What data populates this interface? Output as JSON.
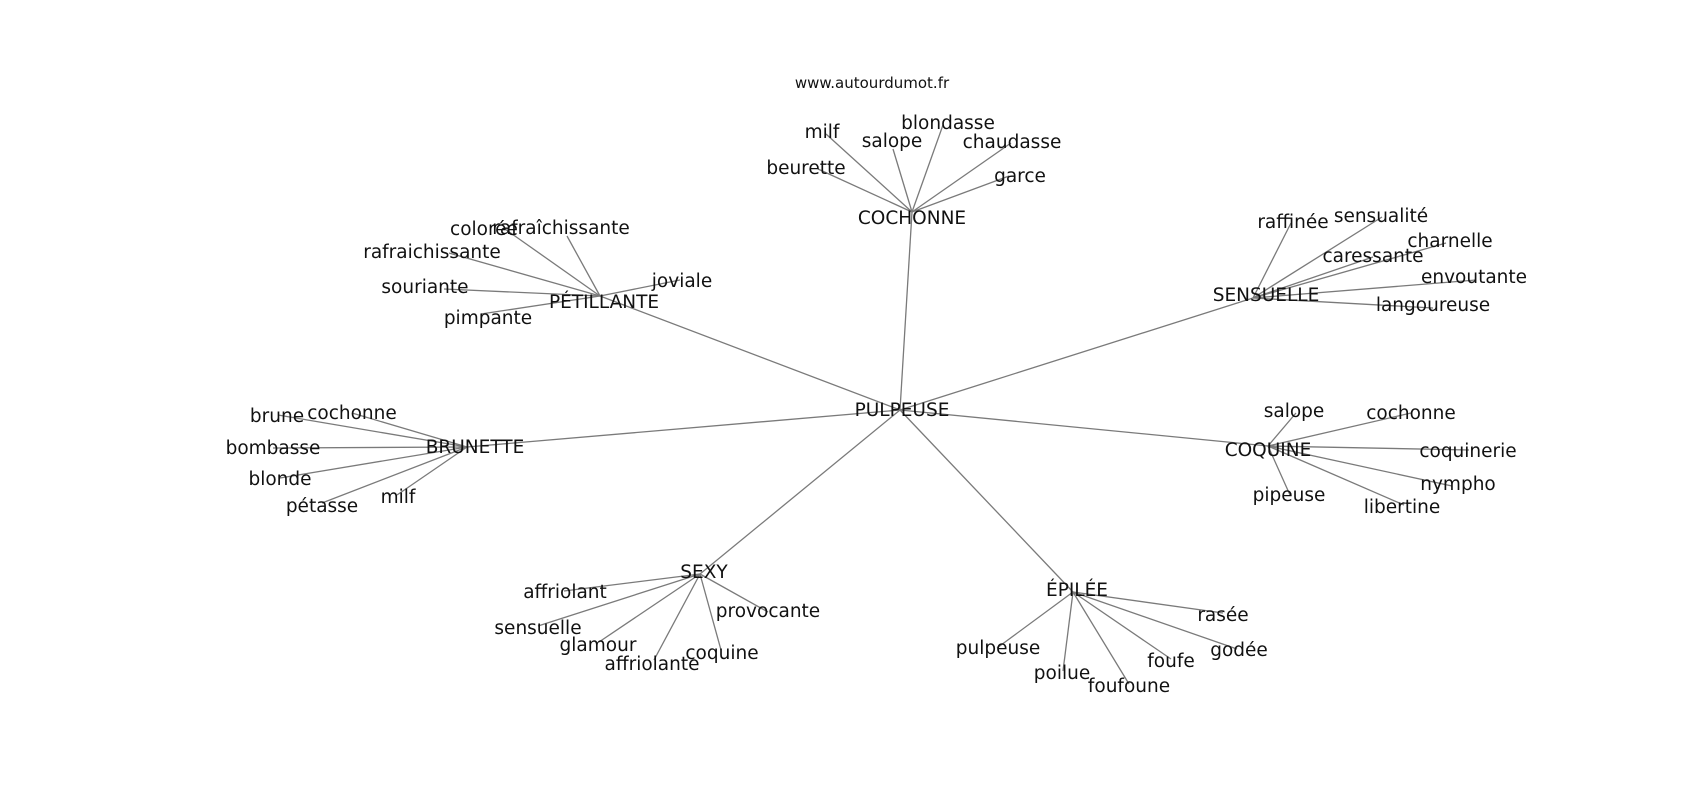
{
  "site": "www.autourdumot.fr",
  "center": "PULPEUSE",
  "hubs": [
    {
      "label": "COCHONNE",
      "leaves": [
        "milf",
        "salope",
        "blondasse",
        "chaudasse",
        "garce",
        "beurette"
      ]
    },
    {
      "label": "PÉTILLANTE",
      "leaves": [
        "colorée",
        "rafraîchissante",
        "rafraichissante",
        "souriante",
        "pimpante",
        "joviale"
      ]
    },
    {
      "label": "SENSUELLE",
      "leaves": [
        "raffinée",
        "sensualité",
        "charnelle",
        "caressante",
        "envoutante",
        "langoureuse"
      ]
    },
    {
      "label": "BRUNETTE",
      "leaves": [
        "brune",
        "cochonne",
        "bombasse",
        "blonde",
        "pétasse",
        "milf"
      ]
    },
    {
      "label": "COQUINE",
      "leaves": [
        "salope",
        "cochonne",
        "coquinerie",
        "nympho",
        "pipeuse",
        "libertine"
      ]
    },
    {
      "label": "SEXY",
      "leaves": [
        "affriolant",
        "sensuelle",
        "glamour",
        "affriolante",
        "coquine",
        "provocante"
      ]
    },
    {
      "label": "ÉPILÉE",
      "leaves": [
        "pulpeuse",
        "poilue",
        "foufoune",
        "foufe",
        "godée",
        "rasée"
      ]
    }
  ]
}
